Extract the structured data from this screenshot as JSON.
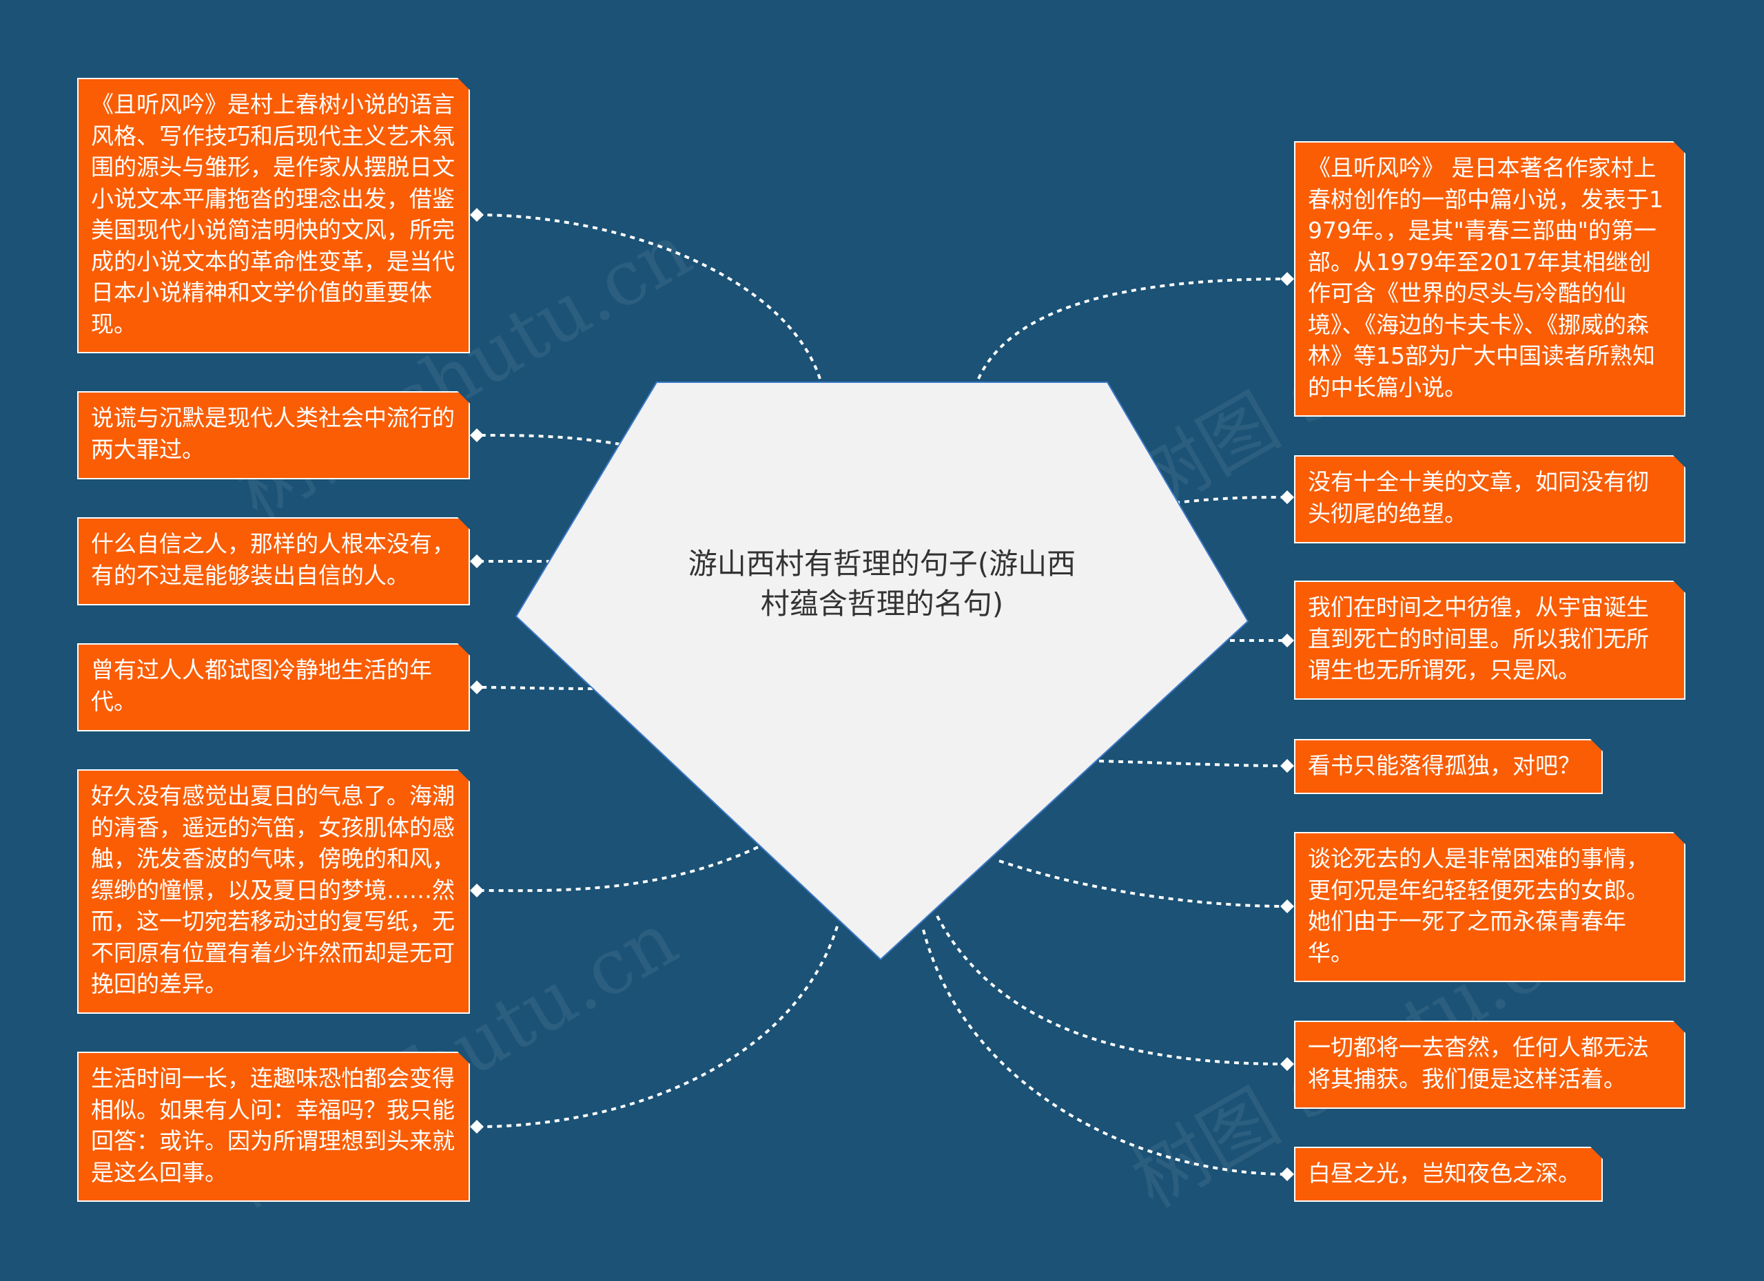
{
  "center": {
    "title": "游山西村有哲理的句子(游山西村蕴含哲理的名句)"
  },
  "left_nodes": [
    {
      "text": "《且听风吟》是村上春树小说的语言风格、写作技巧和后现代主义艺术氛围的源头与雏形，是作家从摆脱日文小说文本平庸拖沓的理念出发，借鉴美国现代小说简洁明快的文风，所完成的小说文本的革命性变革，是当代日本小说精神和文学价值的重要体现。"
    },
    {
      "text": "说谎与沉默是现代人类社会中流行的两大罪过。"
    },
    {
      "text": "什么自信之人，那样的人根本没有，有的不过是能够装出自信的人。"
    },
    {
      "text": "曾有过人人都试图冷静地生活的年代。"
    },
    {
      "text": "好久没有感觉出夏日的气息了。海潮的清香，遥远的汽笛，女孩肌体的感触，洗发香波的气味，傍晚的和风，缥缈的憧憬，以及夏日的梦境……然而，这一切宛若移动过的复写纸，无不同原有位置有着少许然而却是无可挽回的差异。"
    },
    {
      "text": "生活时间一长，连趣味恐怕都会变得相似。如果有人问：幸福吗？我只能回答：或许。因为所谓理想到头来就是这么回事。"
    }
  ],
  "right_nodes": [
    {
      "text": "《且听风吟》 是日本著名作家村上春树创作的一部中篇小说，发表于1979年。，是其\"青春三部曲\"的第一部。从1979年至2017年其相继创作可含《世界的尽头与冷酷的仙境》、《海边的卡夫卡》、《挪威的森林》等15部为广大中国读者所熟知的中长篇小说。"
    },
    {
      "text": "没有十全十美的文章，如同没有彻头彻尾的绝望。"
    },
    {
      "text": "我们在时间之中彷徨，从宇宙诞生直到死亡的时间里。所以我们无所谓生也无所谓死，只是风。"
    },
    {
      "text": "看书只能落得孤独，对吧？"
    },
    {
      "text": "谈论死去的人是非常困难的事情，更何况是年纪轻轻便死去的女郎。她们由于一死了之而永葆青春年华。"
    },
    {
      "text": "一切都将一去杳然，任何人都无法将其捕获。我们便是这样活着。"
    },
    {
      "text": "白昼之光，岂知夜色之深。"
    }
  ],
  "watermark": "树图 shutu.cn",
  "colors": {
    "background": "#1b5276",
    "node": "#fa5d04",
    "center": "#f2f2f2",
    "center_border": "#3d7ac8",
    "connector": "#ffffff"
  }
}
